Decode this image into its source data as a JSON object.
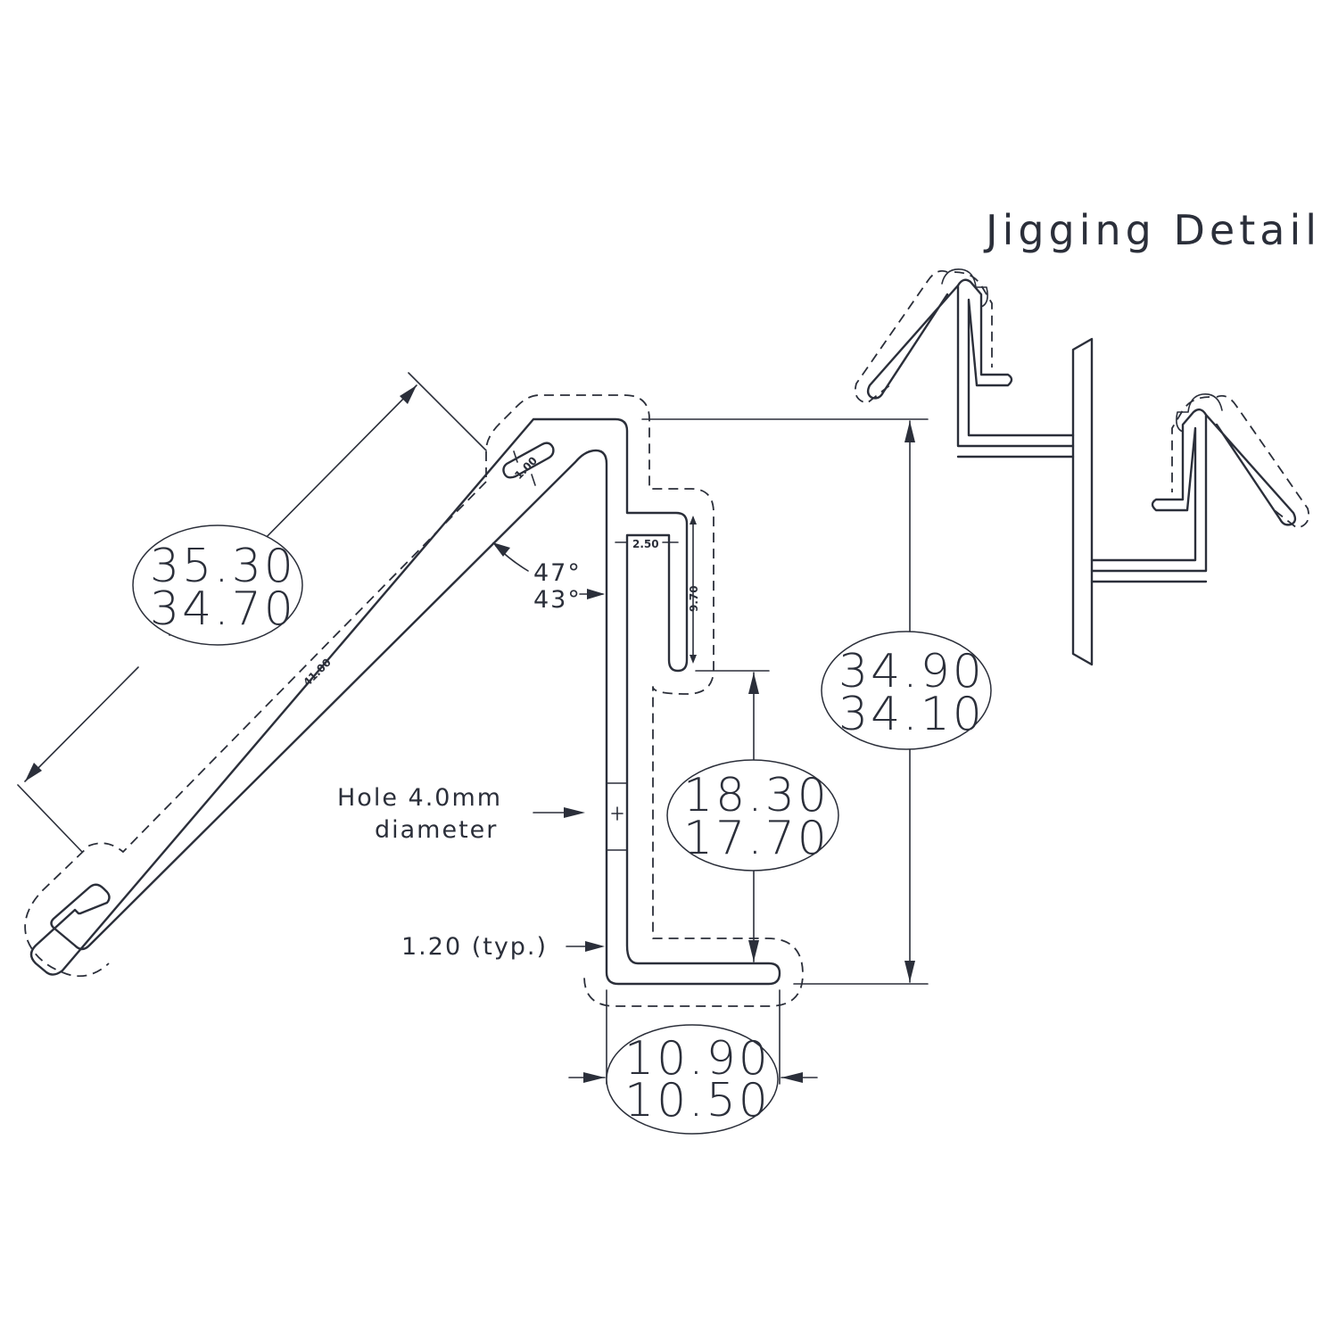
{
  "title": "Jigging Detail",
  "dimensions": {
    "angled_flange_max": "35.30",
    "angled_flange_min": "34.70",
    "overall_height_max": "34.90",
    "overall_height_min": "34.10",
    "lower_height_max": "18.30",
    "lower_height_min": "17.70",
    "base_width_max": "10.90",
    "base_width_min": "10.50",
    "angle_max": "47°",
    "angle_min": "43°",
    "inner_length": "41.00",
    "hook_gap": "1.00",
    "channel_width": "2.50",
    "channel_depth": "9.70"
  },
  "notes": {
    "hole_line1": "Hole 4.0mm",
    "hole_line2": "diameter",
    "thickness": "1.20 (typ.)"
  }
}
